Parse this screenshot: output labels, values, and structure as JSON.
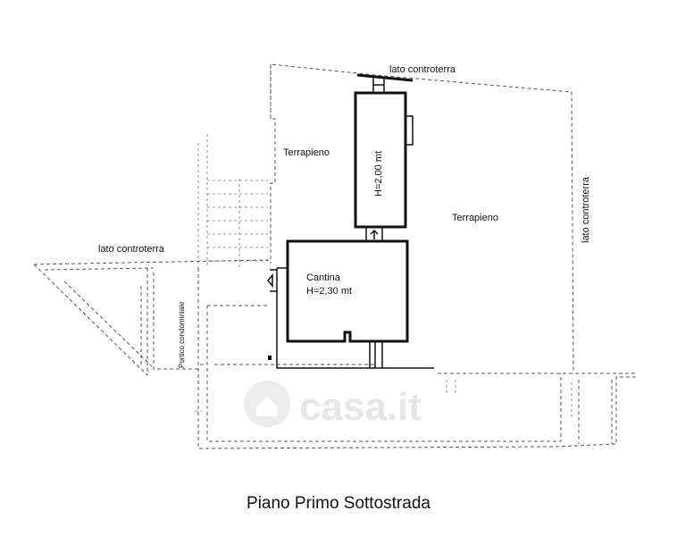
{
  "title": "Piano Primo Sottostrada",
  "labels": {
    "lato_controterra_top": "lato controterra",
    "lato_controterra_right": "lato controterra",
    "lato_controterra_left": "lato controterra",
    "terrapieno_left": "Terrapieno",
    "terrapieno_right": "Terrapieno",
    "corridor_height": "H=2,00 mt",
    "cantina": "Cantina",
    "cantina_height": "H=2,30 mt",
    "portico": "Portico condominiale"
  },
  "watermark": "casa.it"
}
